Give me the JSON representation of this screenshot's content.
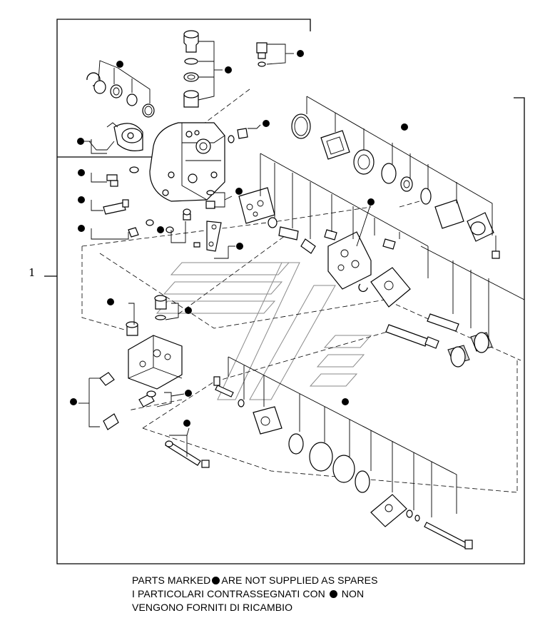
{
  "callout_number": "1",
  "footer": {
    "line1_a": "PARTS MARKED",
    "line1_b": "ARE NOT SUPPLIED AS SPARES",
    "line2_a": "I  PARTICOLARI  CONTRASSEGNATI  CON",
    "line2_b": "NON",
    "line3": "VENGONO FORNITI DI RICAMBIO"
  },
  "colors": {
    "ink": "#000000",
    "watermark": "#8a8a8a",
    "background": "#ffffff"
  }
}
